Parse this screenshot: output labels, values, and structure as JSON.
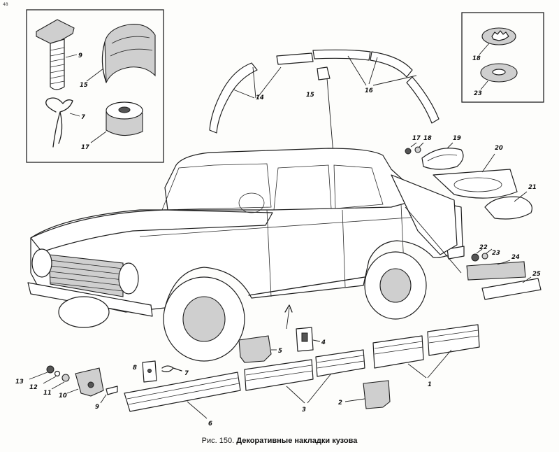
{
  "page_mark": "48",
  "caption": {
    "figure_label": "Рис. 150.",
    "title": "Декоративные накладки кузова"
  },
  "callouts": {
    "c1": "1",
    "c2": "2",
    "c3": "3",
    "c4": "4",
    "c5": "5",
    "c6": "6",
    "c7a": "7",
    "c7b": "7",
    "c8": "8",
    "c9a": "9",
    "c9b": "9",
    "c10": "10",
    "c11": "11",
    "c12": "12",
    "c13": "13",
    "c14": "14",
    "c15a": "15",
    "c15b": "15",
    "c16": "16",
    "c17a": "17",
    "c17b": "17",
    "c18a": "18",
    "c18b": "18",
    "c19": "19",
    "c20": "20",
    "c21": "21",
    "c22": "22",
    "c23a": "23",
    "c23b": "23",
    "c24": "24",
    "c25": "25"
  }
}
